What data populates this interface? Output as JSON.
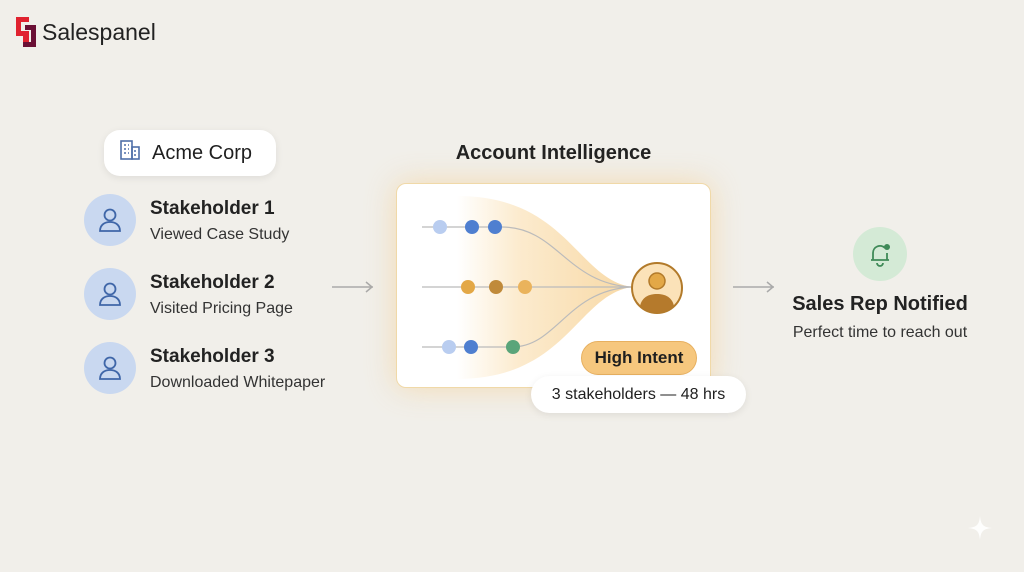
{
  "brand": {
    "name": "Salespanel"
  },
  "account": {
    "name": "Acme Corp"
  },
  "stakeholders": [
    {
      "name": "Stakeholder 1",
      "activity": "Viewed Case Study"
    },
    {
      "name": "Stakeholder 2",
      "activity": "Visited Pricing Page"
    },
    {
      "name": "Stakeholder 3",
      "activity": "Downloaded Whitepaper"
    }
  ],
  "center": {
    "title": "Account Intelligence",
    "badge": "High Intent",
    "summary": "3 stakeholders — 48 hrs"
  },
  "result": {
    "title": "Sales Rep Notified",
    "subtitle": "Perfect time to reach out"
  },
  "colors": {
    "accent": "#f6c77e",
    "blue": "#4f7fd0",
    "green": "#d4ead6"
  }
}
